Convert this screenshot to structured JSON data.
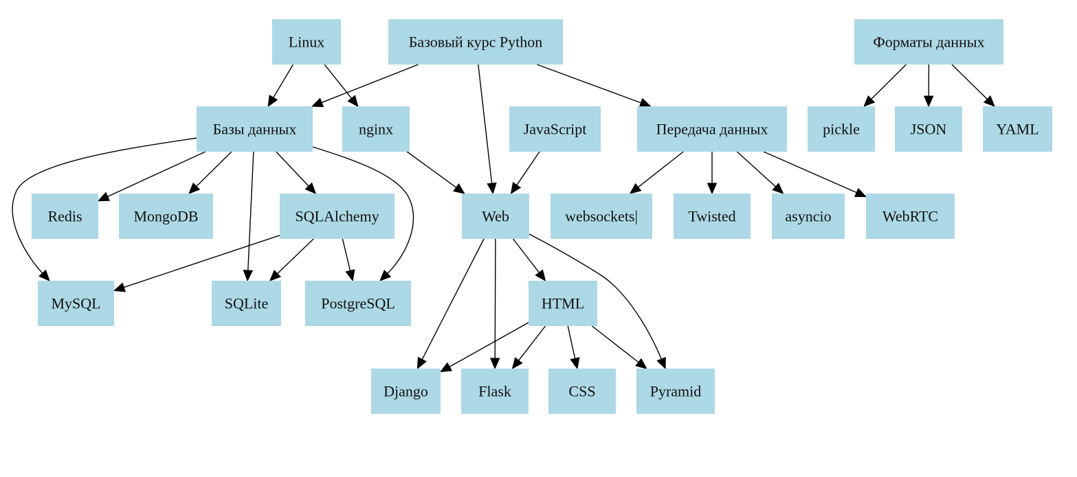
{
  "nodes": [
    {
      "id": "linux",
      "label": "Linux"
    },
    {
      "id": "python",
      "label": "Базовый курс Python"
    },
    {
      "id": "formats",
      "label": "Форматы данных"
    },
    {
      "id": "db",
      "label": "Базы данных"
    },
    {
      "id": "nginx",
      "label": "nginx"
    },
    {
      "id": "js",
      "label": "JavaScript"
    },
    {
      "id": "transfer",
      "label": "Передача данных"
    },
    {
      "id": "pickle",
      "label": "pickle"
    },
    {
      "id": "json",
      "label": "JSON"
    },
    {
      "id": "yaml",
      "label": "YAML"
    },
    {
      "id": "redis",
      "label": "Redis"
    },
    {
      "id": "mongodb",
      "label": "MongoDB"
    },
    {
      "id": "sqlalchemy",
      "label": "SQLAlchemy"
    },
    {
      "id": "web",
      "label": "Web"
    },
    {
      "id": "websockets",
      "label": "websockets|"
    },
    {
      "id": "twisted",
      "label": "Twisted"
    },
    {
      "id": "asyncio",
      "label": "asyncio"
    },
    {
      "id": "webrtc",
      "label": "WebRTC"
    },
    {
      "id": "mysql",
      "label": "MySQL"
    },
    {
      "id": "sqlite",
      "label": "SQLite"
    },
    {
      "id": "postgresql",
      "label": "PostgreSQL"
    },
    {
      "id": "html",
      "label": "HTML"
    },
    {
      "id": "django",
      "label": "Django"
    },
    {
      "id": "flask",
      "label": "Flask"
    },
    {
      "id": "css",
      "label": "CSS"
    },
    {
      "id": "pyramid",
      "label": "Pyramid"
    }
  ],
  "edges": [
    {
      "from": "linux",
      "to": "db"
    },
    {
      "from": "linux",
      "to": "nginx"
    },
    {
      "from": "python",
      "to": "db"
    },
    {
      "from": "python",
      "to": "web"
    },
    {
      "from": "python",
      "to": "transfer"
    },
    {
      "from": "formats",
      "to": "pickle"
    },
    {
      "from": "formats",
      "to": "json"
    },
    {
      "from": "formats",
      "to": "yaml"
    },
    {
      "from": "db",
      "to": "mysql"
    },
    {
      "from": "db",
      "to": "redis"
    },
    {
      "from": "db",
      "to": "mongodb"
    },
    {
      "from": "db",
      "to": "sqlite"
    },
    {
      "from": "db",
      "to": "sqlalchemy"
    },
    {
      "from": "db",
      "to": "postgresql"
    },
    {
      "from": "nginx",
      "to": "web"
    },
    {
      "from": "js",
      "to": "web"
    },
    {
      "from": "transfer",
      "to": "websockets"
    },
    {
      "from": "transfer",
      "to": "twisted"
    },
    {
      "from": "transfer",
      "to": "asyncio"
    },
    {
      "from": "transfer",
      "to": "webrtc"
    },
    {
      "from": "sqlalchemy",
      "to": "mysql"
    },
    {
      "from": "sqlalchemy",
      "to": "sqlite"
    },
    {
      "from": "sqlalchemy",
      "to": "postgresql"
    },
    {
      "from": "web",
      "to": "django"
    },
    {
      "from": "web",
      "to": "flask"
    },
    {
      "from": "web",
      "to": "html"
    },
    {
      "from": "web",
      "to": "pyramid"
    },
    {
      "from": "html",
      "to": "django"
    },
    {
      "from": "html",
      "to": "flask"
    },
    {
      "from": "html",
      "to": "css"
    },
    {
      "from": "html",
      "to": "pyramid"
    }
  ],
  "colors": {
    "node_fill": "#add8e6",
    "edge": "#000000",
    "text": "#111111",
    "background": "#ffffff"
  }
}
